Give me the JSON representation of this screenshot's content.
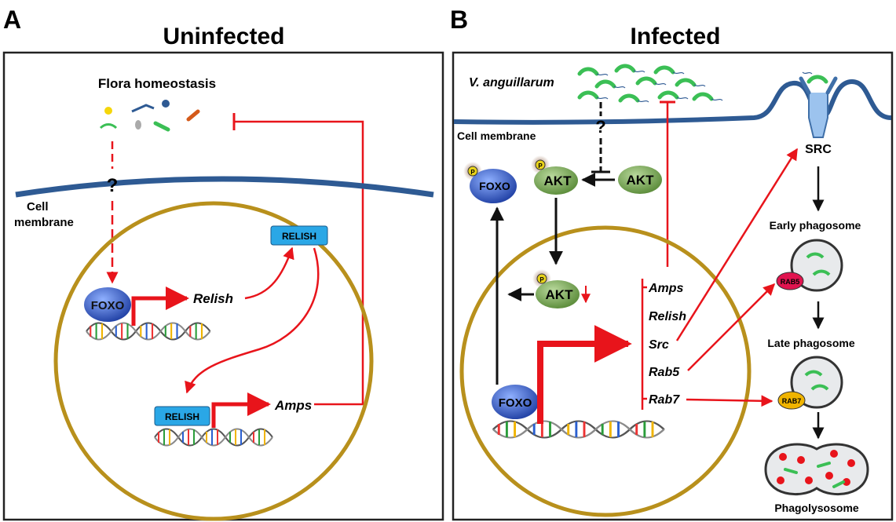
{
  "panel_a": {
    "letter": "A",
    "title": "Uninfected",
    "flora_label": "Flora homeostasis",
    "question_mark": "?",
    "membrane_label_1": "Cell",
    "membrane_label_2": "membrane",
    "relish_box_top": "RELISH",
    "foxo": "FOXO",
    "relish_gene": "Relish",
    "relish_box_bottom": "RELISH",
    "amps_gene": "Amps"
  },
  "panel_b": {
    "letter": "B",
    "title": "Infected",
    "pathogen_label": "V. anguillarum",
    "question_mark": "?",
    "membrane_label": "Cell membrane",
    "p_mark": "P",
    "foxo_p": "FOXO",
    "akt_p": "AKT",
    "akt": "AKT",
    "akt_nucleus": "AKT",
    "foxo_nucleus": "FOXO",
    "src_receptor": "SRC",
    "genes": [
      "Amps",
      "Relish",
      "Src",
      "Rab5",
      "Rab7"
    ],
    "early_phagosome": "Early phagosome",
    "rab5": "RAB5",
    "late_phagosome": "Late phagosome",
    "rab7": "RAB7",
    "phagolysosome": "Phagolysosome"
  },
  "colors": {
    "red_arrow": "#e8141b",
    "membrane": "#2e5a93",
    "nucleus": "#b8901c",
    "relish_box": "#2aa7e6",
    "foxo": "#3a63c6",
    "akt": "#7fae5a",
    "bacteria": "#3bbf55"
  }
}
